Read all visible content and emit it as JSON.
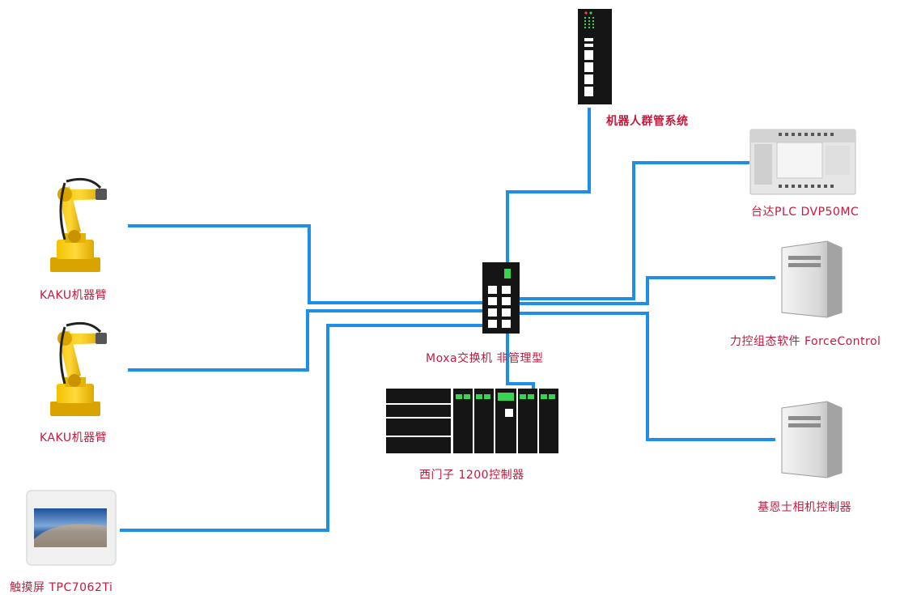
{
  "nodes": {
    "robot_arm_1": {
      "label": "KAKU机器臂"
    },
    "robot_arm_2": {
      "label": "KAKU机器臂"
    },
    "touch_screen": {
      "label": "触摸屏 TPC7062Ti"
    },
    "switch": {
      "label": "Moxa交换机 非管理型"
    },
    "robot_group_system": {
      "label": "机器人群管系统"
    },
    "plc": {
      "label": "台达PLC DVP50MC"
    },
    "forcecontrol": {
      "label": "力控组态软件 ForceControl"
    },
    "siemens": {
      "label": "西门子 1200控制器"
    },
    "keyence": {
      "label": "基恩士相机控制器"
    }
  },
  "colors": {
    "link": "#1e8fe8",
    "label": "#c21a3c",
    "device_dark": "#1a1a1a",
    "port_green": "#39d353"
  }
}
